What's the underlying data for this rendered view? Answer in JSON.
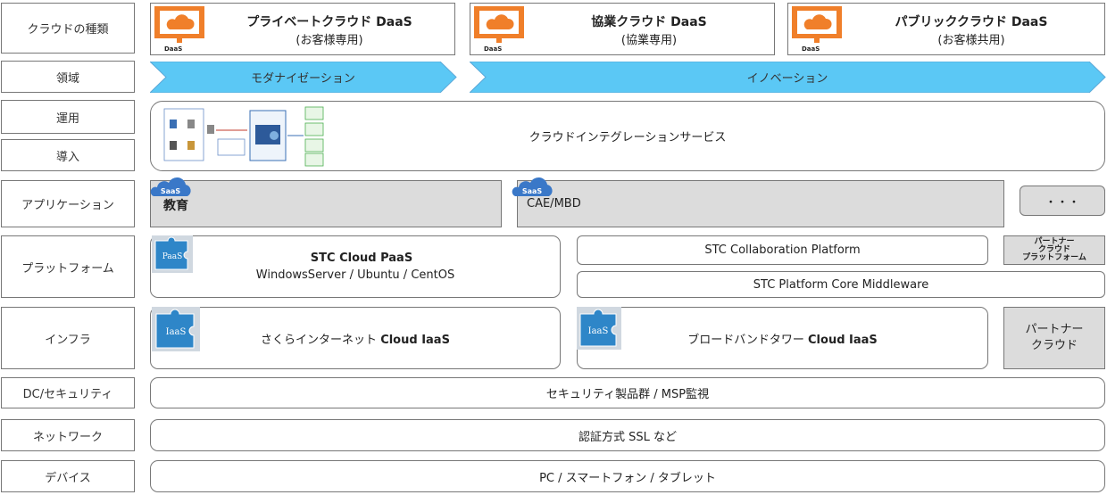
{
  "labels": [
    "クラウドの種類",
    "領域",
    "運用",
    "導入",
    "アプリケーション",
    "プラットフォーム",
    "インフラ",
    "DC/セキュリティ",
    "ネットワーク",
    "デバイス"
  ],
  "cloud_types": [
    {
      "title": "プライベートクラウド DaaS",
      "sub": "(お客様専用)",
      "icon_caption": "DaaS"
    },
    {
      "title": "協業クラウド DaaS",
      "sub": "(協業専用)",
      "icon_caption": "DaaS"
    },
    {
      "title": "パブリッククラウド DaaS",
      "sub": "(お客様共用)",
      "icon_caption": "DaaS"
    }
  ],
  "domains": {
    "modernization": "モダナイゼーション",
    "innovation": "イノベーション"
  },
  "integration_service": "クラウドインテグレーションサービス",
  "applications": {
    "badge": "SaaS",
    "education": "教育",
    "cae": "CAE/MBD",
    "more": "・・・"
  },
  "platform": {
    "badge": "PaaS",
    "paas_title": "STC Cloud PaaS",
    "paas_sub": "WindowsServer / Ubuntu / CentOS",
    "collab": "STC Collaboration Platform",
    "partner": "パートナー\nクラウド\nプラットフォーム",
    "core": "STC Platform Core Middleware"
  },
  "infra": {
    "badge": "IaaS",
    "sakura_prefix": "さくらインターネット ",
    "sakura_bold": "Cloud IaaS",
    "broadband_prefix": "ブロードバンドタワー ",
    "broadband_bold": "Cloud IaaS",
    "partner": "パートナー\nクラウド"
  },
  "security": "セキュリティ製品群 / MSP監視",
  "network": "認証方式 SSL など",
  "devices": "PC / スマートフォン / タブレット",
  "colors": {
    "arrow": "#5bc8f5",
    "orange": "#f07f2a",
    "gray": "#dcdcdc",
    "badge": "#3a78c8"
  }
}
